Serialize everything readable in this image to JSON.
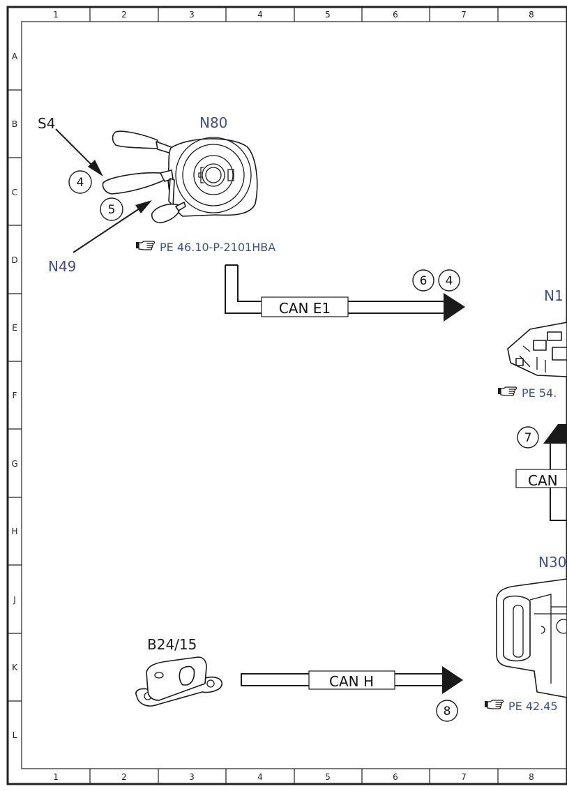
{
  "grid": {
    "columns": [
      "1",
      "2",
      "3",
      "4",
      "5",
      "6",
      "7",
      "8"
    ],
    "rows": [
      "A",
      "B",
      "C",
      "D",
      "E",
      "F",
      "G",
      "H",
      "J",
      "K",
      "L"
    ]
  },
  "labels": {
    "s4": "S4",
    "n80": "N80",
    "n49": "N49",
    "n1_partial": "N1",
    "n30_partial": "N30",
    "b24_15": "B24/15"
  },
  "references": {
    "n80_ref": "PE 46.10-P-2101HBA",
    "n1_ref_partial": "PE 54.",
    "n30_ref_partial": "PE 42.45"
  },
  "buses": {
    "can_e1": "CAN E1",
    "can_partial": "CAN",
    "can_h": "CAN H"
  },
  "callouts": {
    "c4_left": "4",
    "c5": "5",
    "c6": "6",
    "c4_right": "4",
    "c7": "7",
    "c8": "8"
  },
  "icons": {
    "reference": "pointing-hand-icon"
  }
}
